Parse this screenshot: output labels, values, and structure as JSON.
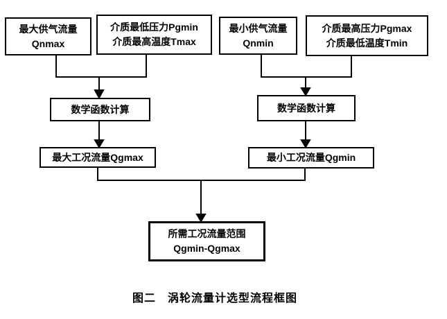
{
  "figure": {
    "caption": "图二　涡轮流量计选型流程框图",
    "colors": {
      "line": "#000000",
      "background": "#ffffff",
      "text": "#000000"
    },
    "boxes": {
      "qnmax": {
        "line1": "最大供气流量",
        "line2": "Qnmax"
      },
      "pgmin_tmax": {
        "line1": "介质最低压力Pgmin",
        "line2": "介质最高温度Tmax"
      },
      "qnmin": {
        "line1": "最小供气流量",
        "line2": "Qnmin"
      },
      "pgmax_tmin": {
        "line1": "介质最高压力Pgmax",
        "line2": "介质最低温度Tmin"
      },
      "math_left": {
        "label": "数学函数计算"
      },
      "math_right": {
        "label": "数学函数计算"
      },
      "qgmax": {
        "label": "最大工况流量Qgmax"
      },
      "qgmin": {
        "label": "最小工况流量Qgmin"
      },
      "result": {
        "line1": "所需工况流量范围",
        "line2": "Qgmin-Qgmax"
      }
    }
  }
}
